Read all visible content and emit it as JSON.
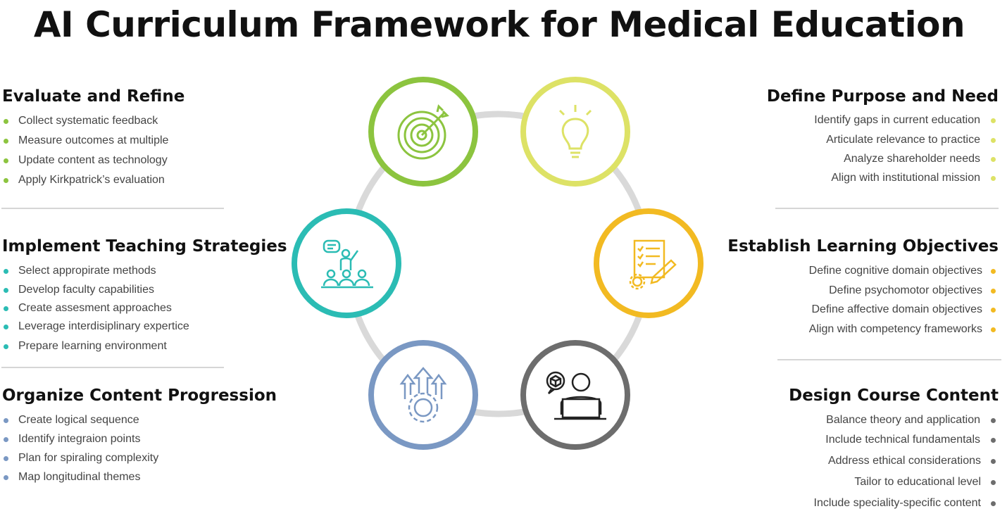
{
  "title": "AI Curriculum Framework for Medical Education",
  "colors": {
    "evaluate": "#8cc43f",
    "define_purpose": "#dde266",
    "implement": "#2bbcb4",
    "establish": "#f2ba22",
    "organize": "#7a98c3",
    "design": "#6d6d6d",
    "loop": "#d9d9d9"
  },
  "icons": {
    "evaluate": "target-icon",
    "define_purpose": "lightbulb-icon",
    "implement": "teacher-audience-icon",
    "establish": "checklist-pencil-icon",
    "organize": "gear-arrows-icon",
    "design": "laptop-user-icon"
  },
  "sections": {
    "evaluate": {
      "heading": "Evaluate and Refine",
      "items": [
        "Collect systematic feedback",
        "Measure outcomes at multiple",
        "Update content as technology",
        "Apply Kirkpatrick’s evaluation"
      ]
    },
    "implement": {
      "heading": "Implement Teaching Strategies",
      "items": [
        "Select appropirate methods",
        "Develop faculty capabilities",
        "Create assesment approaches",
        "Leverage interdisiplinary expertice",
        "Prepare learning environment"
      ]
    },
    "organize": {
      "heading": "Organize Content Progression",
      "items": [
        "Create logical sequence",
        "Identify integraion points",
        "Plan for spiraling complexity",
        "Map longitudinal themes"
      ]
    },
    "define_purpose": {
      "heading": "Define Purpose and Need",
      "items": [
        "Identify gaps in current education",
        "Articulate relevance to practice",
        "Analyze shareholder needs",
        "Align with institutional mission"
      ]
    },
    "establish": {
      "heading": "Establish Learning Objectives",
      "items": [
        "Define cognitive domain objectives",
        "Define psychomotor objectives",
        "Define affective domain objectives",
        "Align with competency frameworks"
      ]
    },
    "design": {
      "heading": "Design Course Content",
      "items": [
        "Balance theory and application",
        "Include technical fundamentals",
        "Address ethical considerations",
        "Tailor to educational level",
        "Include speciality-specific content"
      ]
    }
  }
}
